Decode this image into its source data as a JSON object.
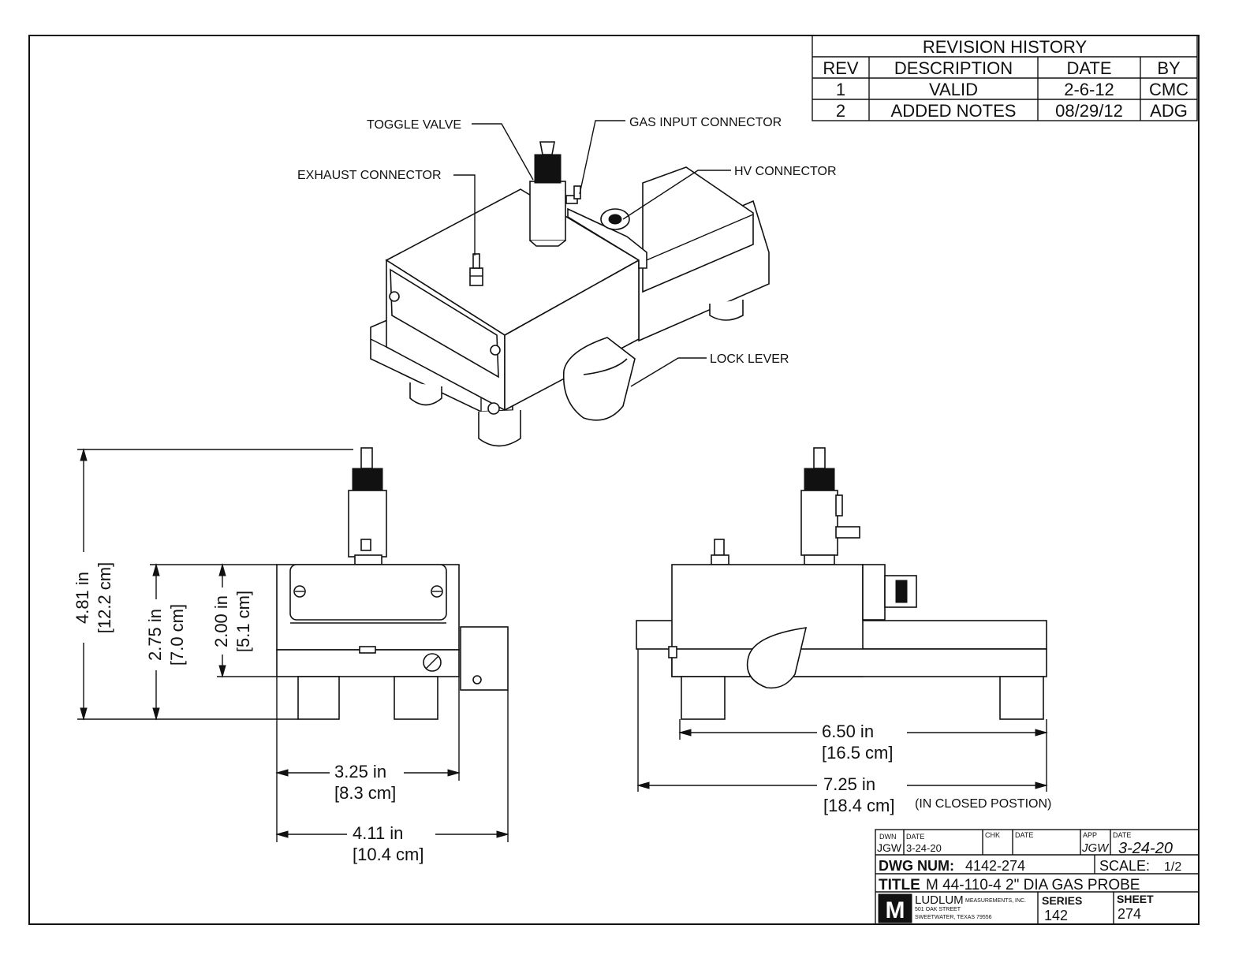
{
  "revision_history": {
    "title": "REVISION HISTORY",
    "headers": [
      "REV",
      "DESCRIPTION",
      "DATE",
      "BY"
    ],
    "rows": [
      [
        "1",
        "VALID",
        "2-6-12",
        "CMC"
      ],
      [
        "2",
        "ADDED NOTES",
        "08/29/12",
        "ADG"
      ]
    ]
  },
  "callouts": {
    "toggle_valve": "TOGGLE VALVE",
    "gas_input": "GAS INPUT CONNECTOR",
    "exhaust": "EXHAUST CONNECTOR",
    "hv": "HV CONNECTOR",
    "lock_lever": "LOCK LEVER"
  },
  "dimensions": {
    "total_height": {
      "in": "4.81 in",
      "cm": "[12.2 cm]"
    },
    "body_height": {
      "in": "2.75 in",
      "cm": "[7.0 cm]"
    },
    "face_height": {
      "in": "2.00 in",
      "cm": "[5.1 cm]"
    },
    "front_width": {
      "in": "3.25 in",
      "cm": "[8.3 cm]"
    },
    "front_overall": {
      "in": "4.11 in",
      "cm": "[10.4 cm]"
    },
    "side_length": {
      "in": "6.50 in",
      "cm": "[16.5 cm]"
    },
    "side_overall": {
      "in": "7.25 in",
      "cm": "[18.4 cm]",
      "note": "(IN CLOSED POSTION)"
    }
  },
  "title_block": {
    "dwn_label": "DWN",
    "dwn": "JGW",
    "date_label": "DATE",
    "dwn_date": "3-24-20",
    "chk_label": "CHK",
    "chk_date_label": "DATE",
    "app_label": "APP",
    "app": "JGW",
    "app_date_label": "DATE",
    "app_date": "3-24-20",
    "dwg_num_label": "DWG NUM:",
    "dwg_num": "4142-274",
    "scale_label": "SCALE:",
    "scale": "1/2",
    "title_label": "TITLE",
    "title": "M 44-110-4 2\" DIA GAS PROBE",
    "company": "LUDLUM",
    "company_suffix": "MEASUREMENTS, INC.",
    "address1": "501 OAK STREET",
    "address2": "SWEETWATER, TEXAS 79556",
    "series_label": "SERIES",
    "series": "142",
    "sheet_label": "SHEET",
    "sheet": "274",
    "logo": "M"
  }
}
